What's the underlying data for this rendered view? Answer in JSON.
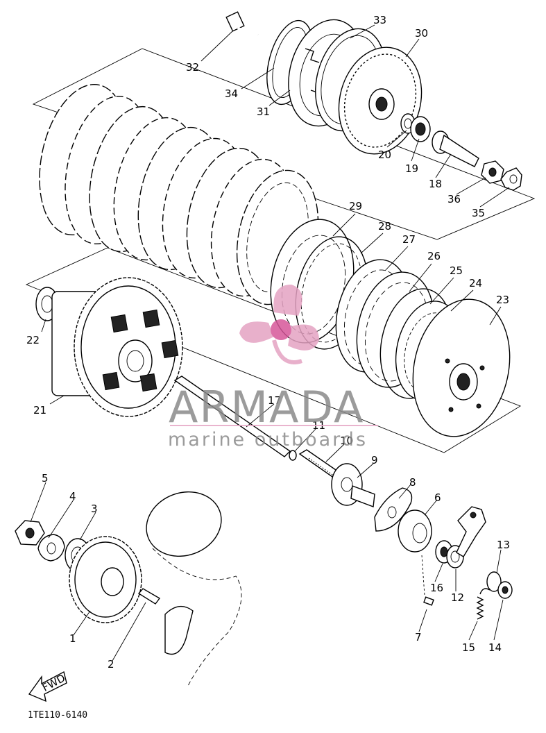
{
  "diagram": {
    "document_code": "1TE110-6140",
    "fwd_label": "FWD",
    "part_numbers": [
      "1",
      "2",
      "3",
      "4",
      "5",
      "6",
      "7",
      "8",
      "9",
      "10",
      "11",
      "12",
      "13",
      "14",
      "15",
      "16",
      "17",
      "18",
      "19",
      "20",
      "21",
      "22",
      "23",
      "24",
      "25",
      "26",
      "27",
      "28",
      "29",
      "30",
      "31",
      "32",
      "33",
      "34",
      "35",
      "36"
    ]
  },
  "watermark": {
    "brand": "ARMADA",
    "tagline": "marine outboards",
    "colors": {
      "logo_pink": "#e5a3c3",
      "logo_magenta": "#d6569a",
      "text_gray": "#8a8a8a",
      "underline": "#e6a8c6"
    }
  }
}
